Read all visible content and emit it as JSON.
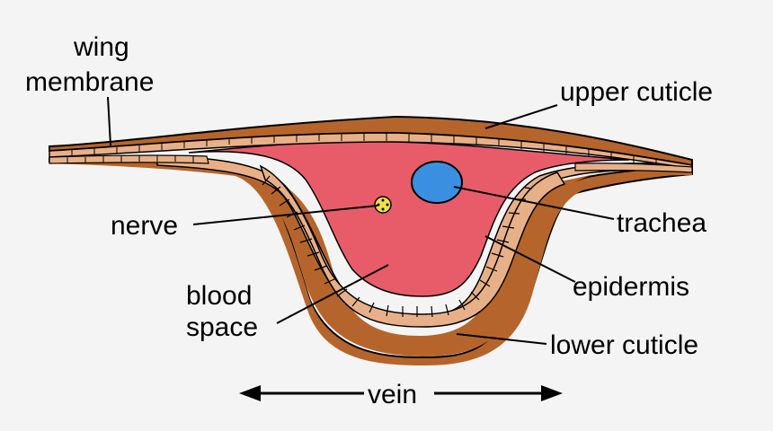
{
  "labels": {
    "wing_membrane_line1": "wing",
    "wing_membrane_line2": "membrane",
    "upper_cuticle": "upper cuticle",
    "nerve": "nerve",
    "trachea": "trachea",
    "epidermis": "epidermis",
    "blood_space_line1": "blood",
    "blood_space_line2": "space",
    "lower_cuticle": "lower cuticle",
    "vein": "vein"
  },
  "colors": {
    "background": "#f4f4f4",
    "cuticle": "#b5652b",
    "epidermis": "#e8b088",
    "blood": "#e85c6a",
    "trachea": "#3b8fe0",
    "nerve": "#f0e04a",
    "outline": "#000000"
  }
}
